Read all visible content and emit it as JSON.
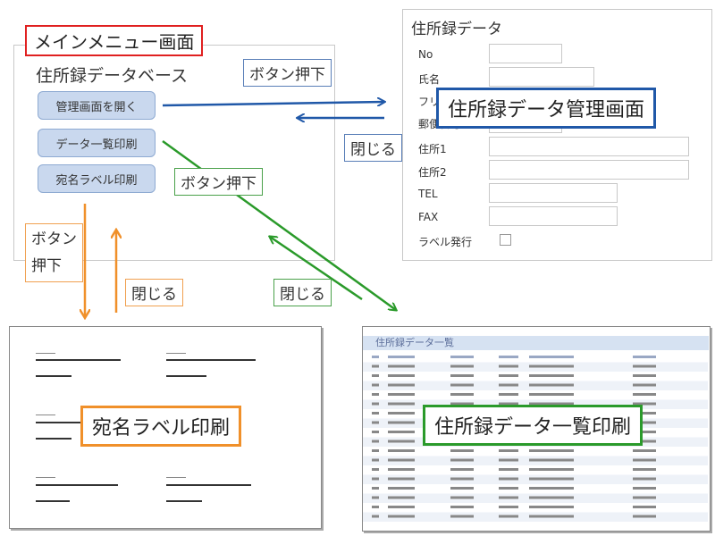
{
  "main_menu": {
    "title": "メインメニュー画面",
    "db_title": "住所録データベース",
    "buttons": [
      "管理画面を開く",
      "データ一覧印刷",
      "宛名ラベル印刷"
    ]
  },
  "address_form": {
    "title": "住所録データ",
    "fields": [
      "No",
      "氏名",
      "フリ",
      "郵便番号",
      "住所1",
      "住所2",
      "TEL",
      "FAX",
      "ラベル発行"
    ]
  },
  "callouts": {
    "button_press": "ボタン押下",
    "button_press_green": "ボタン押下",
    "button_press_orange_1": "ボタン",
    "button_press_orange_2": "押下",
    "close_blue": "閉じる",
    "close_green": "閉じる",
    "close_orange": "閉じる"
  },
  "screens": {
    "address_manage": "住所録データ管理画面",
    "label_print": "宛名ラベル印刷",
    "list_print": "住所録データ一覧印刷"
  },
  "list_print": {
    "header": "住所録データ一覧"
  },
  "colors": {
    "blue": "#2058a8",
    "green": "#2a9a2a",
    "orange": "#f0902a",
    "red": "#e02020"
  }
}
